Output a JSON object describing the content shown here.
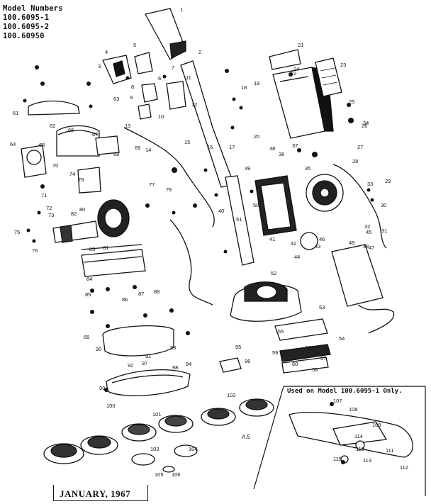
{
  "header": {
    "title": "Model Numbers",
    "models": [
      "100.6095-1",
      "100.6095-2",
      "100.60950"
    ]
  },
  "inset_note": "Used on Model 100.6095-1 Only.",
  "date_label": "JANUARY, 1967",
  "scale_note": "A.5",
  "part_callouts": [
    "1",
    "2",
    "3",
    "4",
    "5",
    "6",
    "7",
    "8",
    "9",
    "10",
    "11",
    "12",
    "13",
    "14",
    "15",
    "16",
    "17",
    "18",
    "19",
    "20",
    "21",
    "22",
    "23",
    "24",
    "25",
    "26",
    "27",
    "28",
    "29",
    "30",
    "31",
    "32",
    "33",
    "34",
    "35",
    "36",
    "37",
    "38",
    "39",
    "40",
    "41",
    "42",
    "43",
    "44",
    "45",
    "46",
    "47",
    "48",
    "49",
    "50",
    "51",
    "52",
    "53",
    "54",
    "55",
    "56",
    "57",
    "58",
    "59",
    "60",
    "61",
    "62",
    "63",
    "64",
    "65",
    "66",
    "67",
    "68",
    "69",
    "70",
    "71",
    "72",
    "73",
    "74",
    "75",
    "76",
    "77",
    "78",
    "79",
    "80",
    "81",
    "82",
    "83",
    "84",
    "85",
    "86",
    "87",
    "88",
    "89",
    "90",
    "91",
    "92",
    "93",
    "94",
    "95",
    "96",
    "97",
    "98",
    "99",
    "100",
    "101",
    "102",
    "103",
    "104",
    "105",
    "106",
    "107",
    "108",
    "109",
    "110",
    "111",
    "112",
    "113",
    "114",
    "115"
  ]
}
